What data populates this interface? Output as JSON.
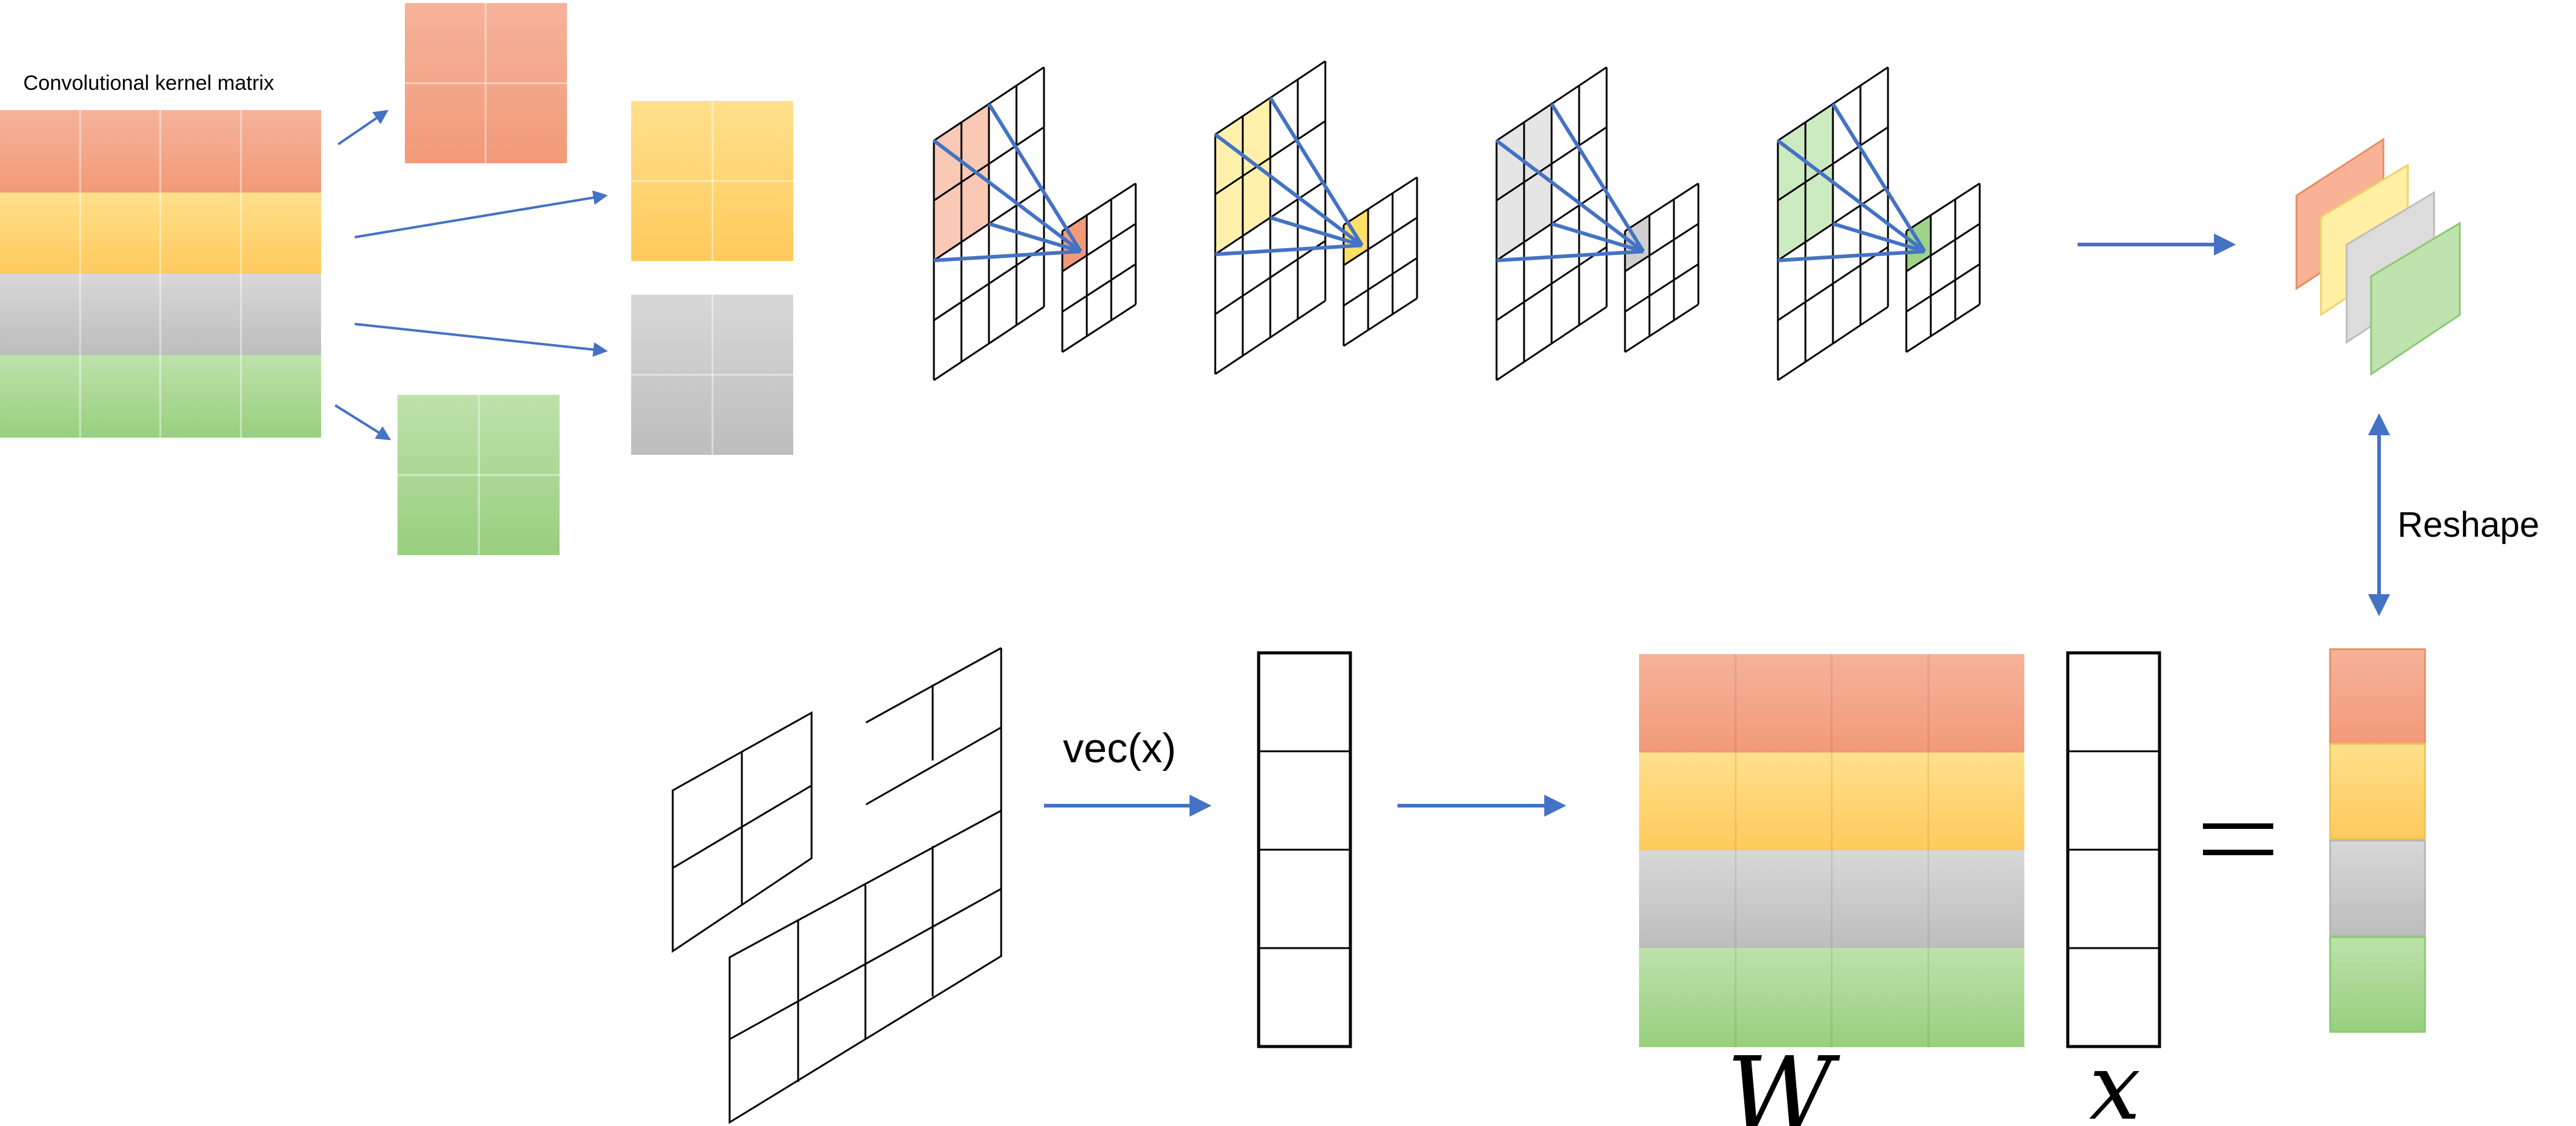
{
  "labels": {
    "kernel_matrix": "Convolutional kernel matrix",
    "vec": "vec(x)",
    "reshape": "Reshape",
    "W": "W",
    "x": "x",
    "equals": "="
  },
  "colors": {
    "orange": "#f4a483",
    "orange_light": "#f8c3ad",
    "yellow": "#ffd36e",
    "yellow_light": "#ffe49f",
    "gray": "#c4c4c4",
    "gray_light": "#dcdcdc",
    "green": "#a3d48c",
    "green_light": "#bfe3ae",
    "arrow": "#4472c4",
    "line": "#000000"
  },
  "kernel_rows": [
    "orange",
    "yellow",
    "gray",
    "green"
  ],
  "icons": [
    "arrow-right",
    "arrow-bidirectional",
    "equals-sign"
  ]
}
